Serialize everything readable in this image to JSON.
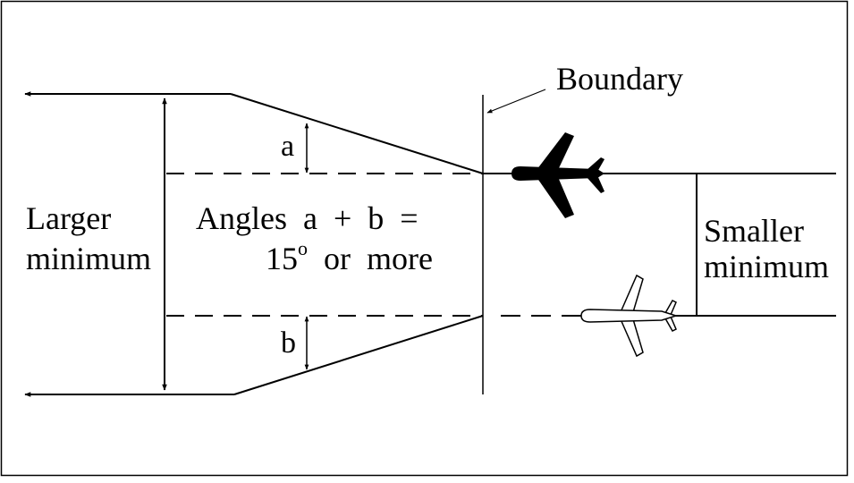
{
  "labels": {
    "boundary": "Boundary",
    "angle_a": "a",
    "angle_b": "b",
    "larger_line1": "Larger",
    "larger_line2": "minimum",
    "angles_line1": "Angles  a  +  b  =",
    "angles_value": "15",
    "angles_sup": "o",
    "angles_rest": "  or  more",
    "smaller_line1": "Smaller",
    "smaller_line2": "minimum"
  },
  "aircraft": [
    {
      "name": "aircraft-upper",
      "fill": "solid",
      "color": "#000000"
    },
    {
      "name": "aircraft-lower",
      "fill": "outline",
      "color": "#ffffff"
    }
  ],
  "colors": {
    "stroke": "#000000",
    "background": "#ffffff"
  }
}
